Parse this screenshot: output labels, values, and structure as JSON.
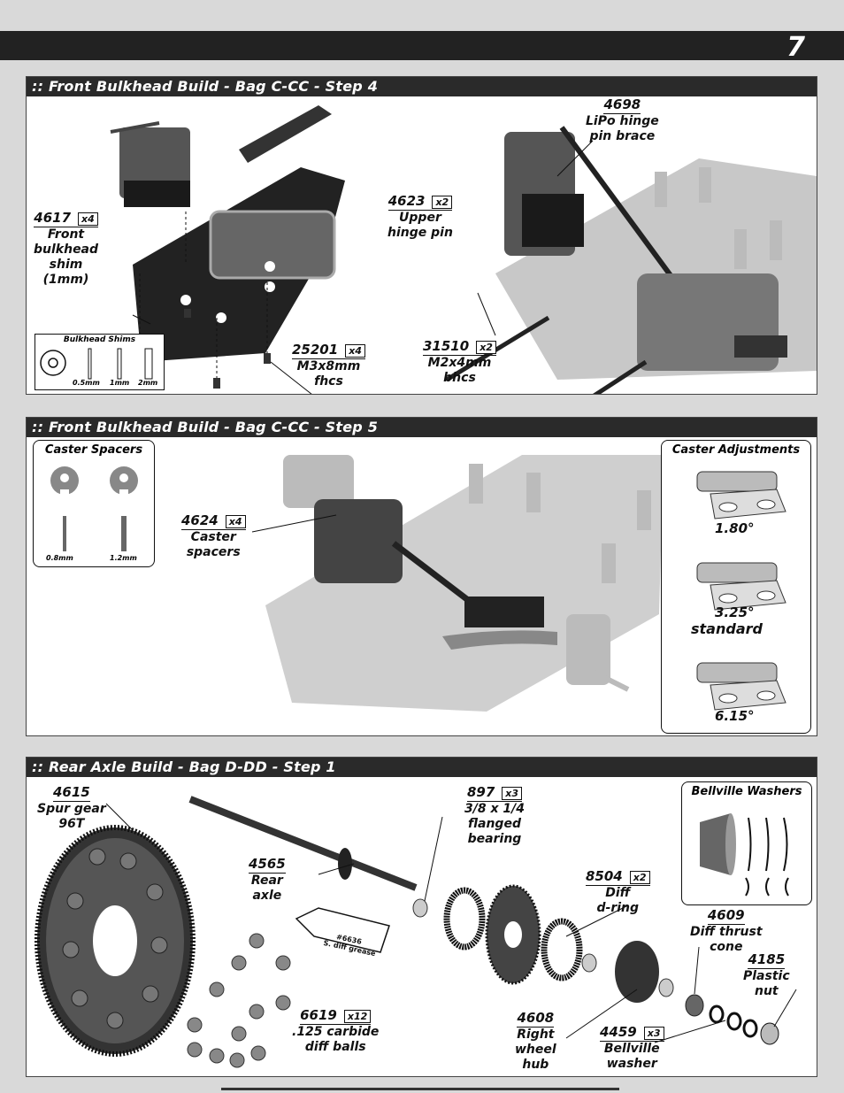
{
  "page_number": "7",
  "step4": {
    "title": ":: Front Bulkhead Build - Bag C-CC - Step 4",
    "p4698": {
      "num": "4698",
      "name1": "LiPo hinge",
      "name2": "pin brace"
    },
    "p4623": {
      "num": "4623",
      "qty": "x2",
      "name1": "Upper",
      "name2": "hinge pin"
    },
    "p4617": {
      "num": "4617",
      "qty": "x4",
      "name1": "Front",
      "name2": "bulkhead",
      "name3": "shim",
      "name4": "(1mm)"
    },
    "p25201": {
      "num": "25201",
      "qty": "x4",
      "name1": "M3x8mm",
      "name2": "fhcs"
    },
    "p31510": {
      "num": "31510",
      "qty": "x2",
      "name1": "M2x4mm",
      "name2": "bhcs"
    },
    "shims": {
      "title": "Bulkhead Shims",
      "s1": "0.5mm",
      "s2": "1mm",
      "s3": "2mm"
    }
  },
  "step5": {
    "title": ":: Front Bulkhead Build - Bag C-CC - Step 5",
    "spacers": {
      "title": "Caster Spacers",
      "s1": "0.8mm",
      "s2": "1.2mm"
    },
    "p4624": {
      "num": "4624",
      "qty": "x4",
      "name1": "Caster",
      "name2": "spacers"
    },
    "adjust": {
      "title": "Caster Adjustments",
      "a1": "1.80°",
      "a2": "3.25°",
      "a2b": "standard",
      "a3": "6.15°"
    }
  },
  "step6": {
    "title": ":: Rear Axle Build - Bag D-DD - Step 1",
    "p4615": {
      "num": "4615",
      "name1": "Spur gear",
      "name2": "96T"
    },
    "p4565": {
      "num": "4565",
      "name1": "Rear",
      "name2": "axle"
    },
    "p897": {
      "num": "897",
      "qty": "x3",
      "name1": "3/8 x 1/4",
      "name2": "flanged",
      "name3": "bearing"
    },
    "p8504": {
      "num": "8504",
      "qty": "x2",
      "name1": "Diff",
      "name2": "d-ring"
    },
    "p4609": {
      "num": "4609",
      "name1": "Diff thrust",
      "name2": "cone"
    },
    "p4185": {
      "num": "4185",
      "name1": "Plastic",
      "name2": "nut"
    },
    "p6619": {
      "num": "6619",
      "qty": "x12",
      "name1": ".125 carbide",
      "name2": "diff balls"
    },
    "p4608": {
      "num": "4608",
      "name1": "Right",
      "name2": "wheel",
      "name3": "hub"
    },
    "p4459": {
      "num": "4459",
      "qty": "x3",
      "name1": "Bellville",
      "name2": "washer"
    },
    "grease": {
      "l1": "#6636",
      "l2": "S. diff grease"
    },
    "bellville": {
      "title": "Bellville Washers"
    }
  }
}
